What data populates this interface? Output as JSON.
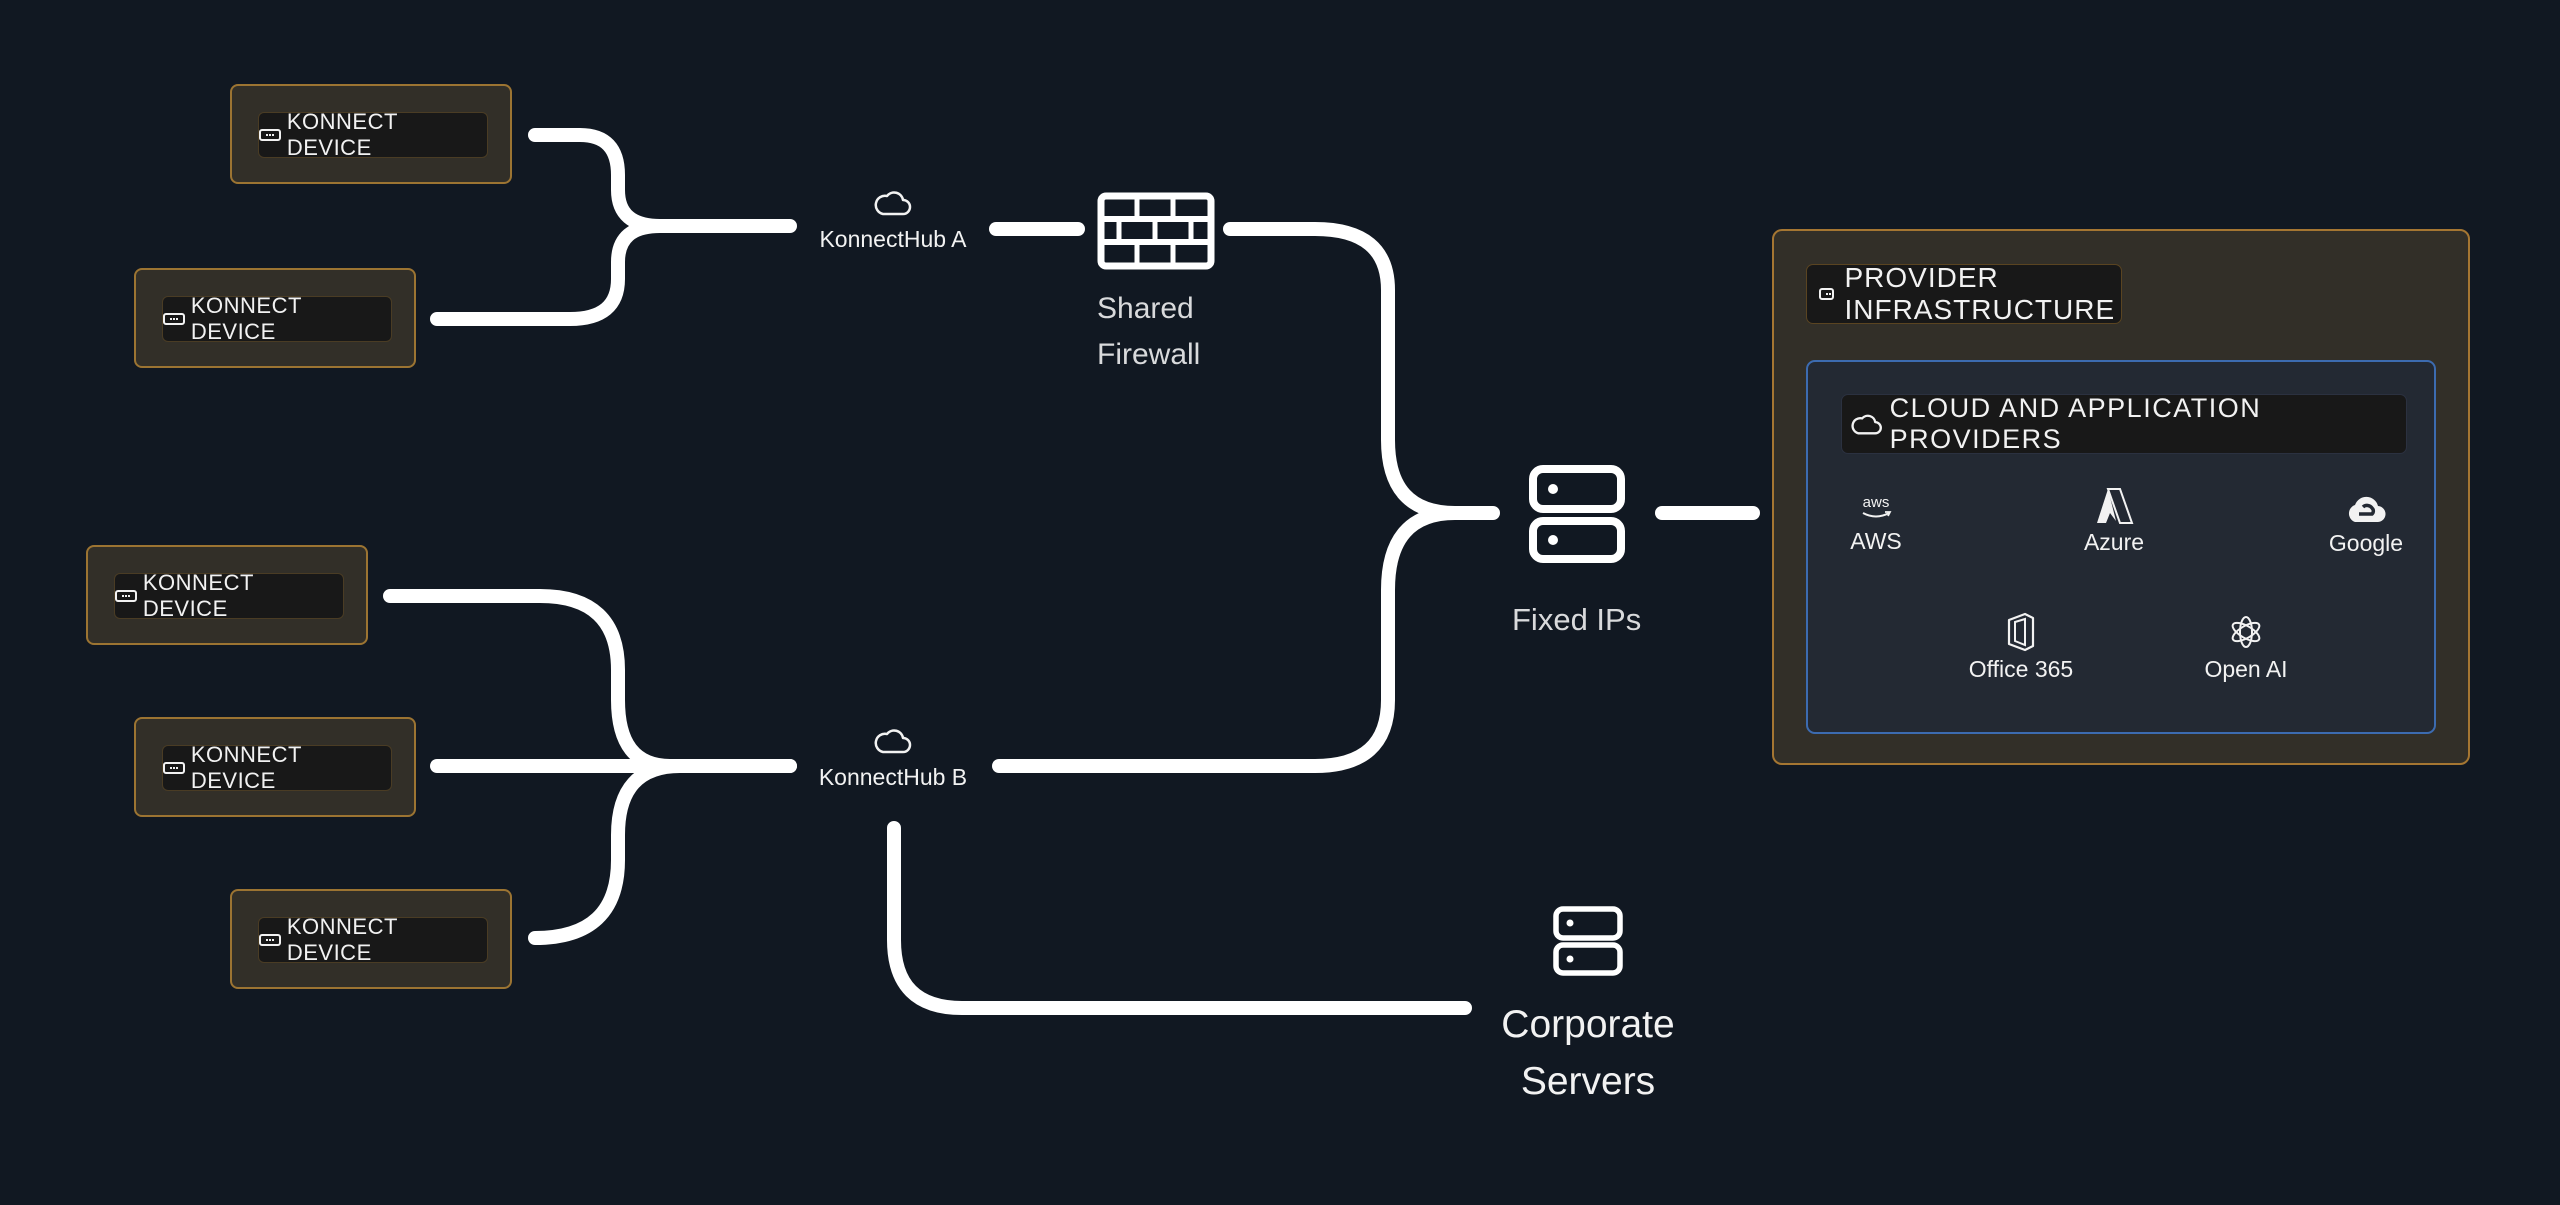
{
  "devices": [
    {
      "label": "KONNECT DEVICE",
      "icon": "chip-icon"
    },
    {
      "label": "KONNECT DEVICE",
      "icon": "chip-icon"
    },
    {
      "label": "KONNECT DEVICE",
      "icon": "chip-icon"
    },
    {
      "label": "KONNECT DEVICE",
      "icon": "chip-icon"
    },
    {
      "label": "KONNECT DEVICE",
      "icon": "chip-icon"
    }
  ],
  "hubs": {
    "a": {
      "label": "KonnectHub A",
      "icon": "cloud-icon"
    },
    "b": {
      "label": "KonnectHub B",
      "icon": "cloud-icon"
    }
  },
  "firewall": {
    "line1": "Shared",
    "line2": "Firewall",
    "icon": "firewall-icon"
  },
  "fixed_ips": {
    "label": "Fixed IPs",
    "icon": "server-icon"
  },
  "corporate": {
    "line1": "Corporate",
    "line2": "Servers",
    "icon": "server-icon"
  },
  "provider_infrastructure": {
    "title": "PROVIDER INFRASTRUCTURE",
    "cloud_panel": {
      "title": "CLOUD AND APPLICATION PROVIDERS",
      "providers": [
        {
          "label": "AWS",
          "icon": "aws-icon"
        },
        {
          "label": "Azure",
          "icon": "azure-icon"
        },
        {
          "label": "Google",
          "icon": "google-cloud-icon"
        },
        {
          "label": "Office 365",
          "icon": "office-icon"
        },
        {
          "label": "Open AI",
          "icon": "openai-icon"
        }
      ]
    }
  },
  "colors": {
    "background": "#111822",
    "device_fill": "#322f28",
    "device_border": "#9c7432",
    "panel_border": "#3c6bb0",
    "wire": "#ffffff"
  }
}
